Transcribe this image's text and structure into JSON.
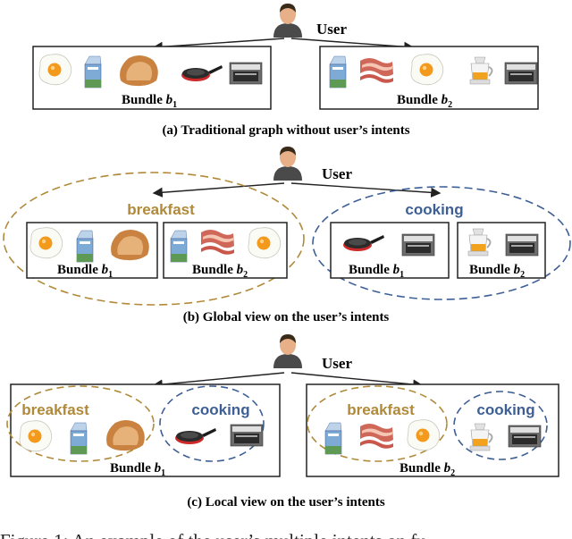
{
  "panel_a": {
    "user_label": "User",
    "bundle_1": {
      "text": "Bundle ",
      "var": "b",
      "sub": "1"
    },
    "bundle_2": {
      "text": "Bundle ",
      "var": "b",
      "sub": "2"
    },
    "caption": "(a) Traditional graph without user’s intents"
  },
  "panel_b": {
    "user_label": "User",
    "intent_1": "breakfast",
    "intent_2": "cooking",
    "bundle_1a": {
      "text": "Bundle ",
      "var": "b",
      "sub": "1"
    },
    "bundle_2a": {
      "text": "Bundle ",
      "var": "b",
      "sub": "2"
    },
    "bundle_1b": {
      "text": "Bundle ",
      "var": "b",
      "sub": "1"
    },
    "bundle_2b": {
      "text": "Bundle ",
      "var": "b",
      "sub": "2"
    },
    "caption": "(b) Global view on the user’s intents"
  },
  "panel_c": {
    "user_label": "User",
    "intent_1a": "breakfast",
    "intent_2a": "cooking",
    "intent_1b": "breakfast",
    "intent_2b": "cooking",
    "bundle_1": {
      "text": "Bundle ",
      "var": "b",
      "sub": "1"
    },
    "bundle_2": {
      "text": "Bundle ",
      "var": "b",
      "sub": "2"
    },
    "caption": "(c) Local view on the user’s intents"
  },
  "footer_partial": "Figure 1: An example of the user’s multiple intents on fu",
  "colors": {
    "breakfast": "#b08a3a",
    "cooking": "#3d5f95",
    "frame": "#222222"
  }
}
